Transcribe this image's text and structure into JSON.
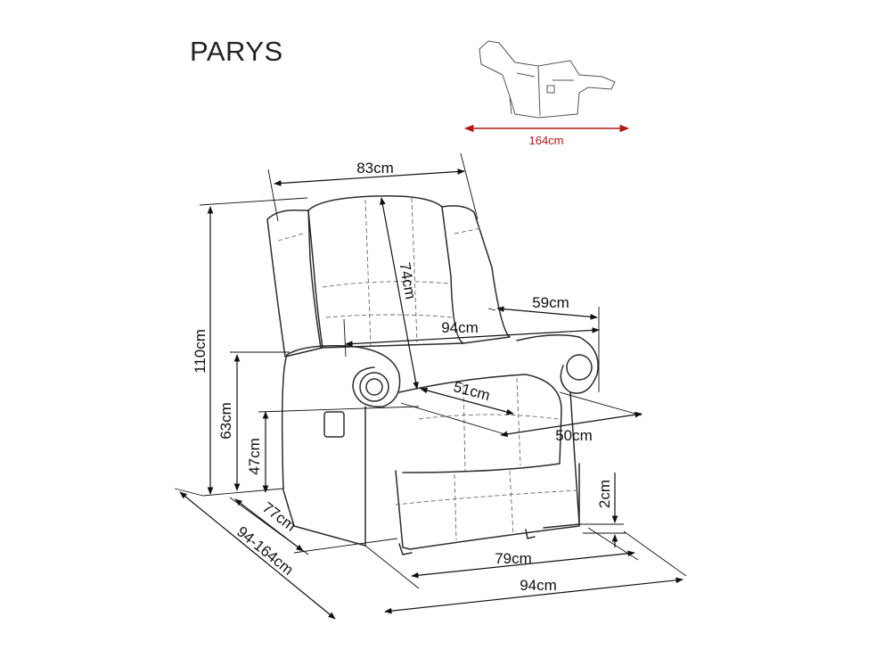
{
  "product": {
    "name": "PARYS"
  },
  "reclined": {
    "length_label": "164cm",
    "arrow_color": "#b01818"
  },
  "dimensions": {
    "width_top": "83cm",
    "height_total": "110cm",
    "backrest_height": "74cm",
    "seat_width": "94cm",
    "armrest_depth": "59cm",
    "armrest_height": "63cm",
    "seat_height": "47cm",
    "seat_depth": "51cm",
    "seat_inner_width": "50cm",
    "clearance": "2cm",
    "base_depth": "77cm",
    "depth_range": "94-164cm",
    "base_width": "79cm",
    "total_width": "94cm"
  },
  "colors": {
    "line": "#111111",
    "chair": "#2b2b2b",
    "accent": "#b01818"
  }
}
